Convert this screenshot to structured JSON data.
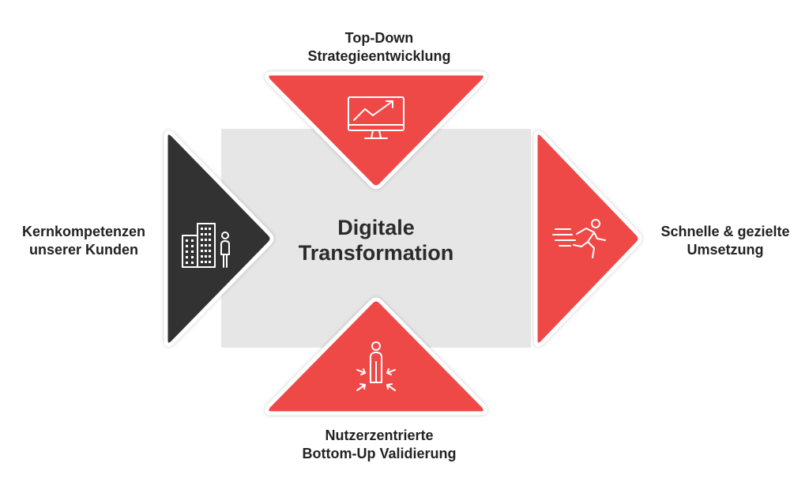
{
  "center": {
    "line1": "Digitale",
    "line2": "Transformation"
  },
  "top": {
    "line1": "Top-Down",
    "line2": "Strategieentwicklung",
    "icon": "chart-monitor-icon"
  },
  "bottom": {
    "line1": "Nutzerzentrierte",
    "line2": "Bottom-Up Validierung",
    "icon": "user-focus-icon"
  },
  "left": {
    "line1": "Kernkompetenzen",
    "line2": "unserer Kunden",
    "icon": "buildings-person-icon"
  },
  "right": {
    "line1": "Schnelle & gezielte",
    "line2": "Umsetzung",
    "icon": "running-person-icon"
  },
  "colors": {
    "accent": "#ee4a47",
    "dark": "#333333",
    "center_bg": "#e6e6e6"
  }
}
